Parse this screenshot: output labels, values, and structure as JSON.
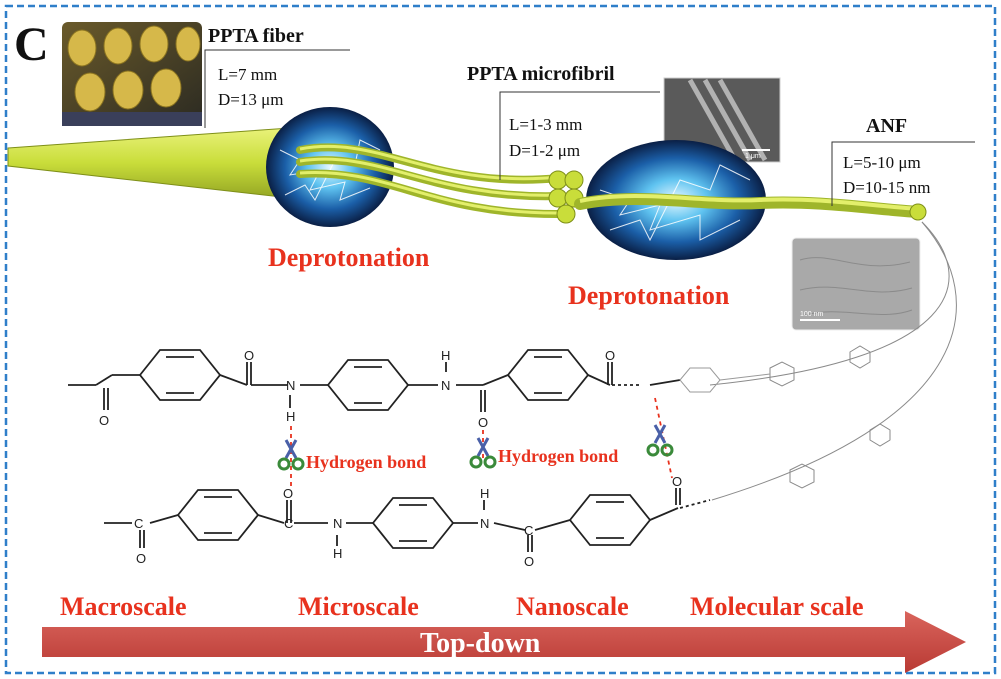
{
  "panel_label": "C",
  "fiber": {
    "title": "PPTA fiber",
    "length": "L=7 mm",
    "diameter": "D=13 μm"
  },
  "microfibril": {
    "title": "PPTA microfibril",
    "length": "L=1-3 mm",
    "diameter": "D=1-2 μm",
    "scalebar": "1 μm"
  },
  "anf": {
    "title": "ANF",
    "length": "L=5-10 μm",
    "diameter": "D=10-15 nm",
    "scalebar": "100 nm"
  },
  "process": {
    "step1": "Deprotonation",
    "step2": "Deprotonation"
  },
  "bonds": {
    "hbond1": "Hydrogen bond",
    "hbond2": "Hydrogen bond"
  },
  "atoms": {
    "O": "O",
    "N": "N",
    "H": "H",
    "C": "C"
  },
  "scales": {
    "macro": "Macroscale",
    "micro": "Microscale",
    "nano": "Nanoscale",
    "molecular": "Molecular scale"
  },
  "arrow": {
    "label": "Top-down"
  },
  "colors": {
    "accent_red": "#e8321e",
    "fiber_yellow": "#c9dd3a",
    "frame_blue": "#2f7fc9",
    "arrow_red": "#c9453f"
  }
}
